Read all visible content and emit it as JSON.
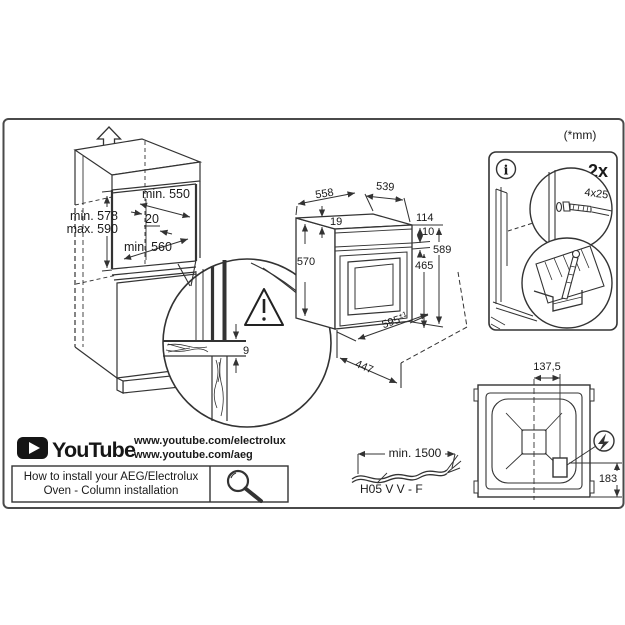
{
  "page": {
    "unit_note": "(*mm)"
  },
  "cabinet": {
    "dims": {
      "niche_depth_top": "min. 550",
      "back_gap": "20",
      "niche_depth_bottom": "min. 560",
      "niche_height_min": "min. 578",
      "niche_height_max": "max. 590"
    }
  },
  "shelf_detail": {
    "overhang": "9"
  },
  "oven": {
    "dims": {
      "body_width_top": "539",
      "depth_top": "558",
      "top_trim": "19",
      "panel_height": "114",
      "gap": "10",
      "total_height": "589",
      "door_height": "465",
      "side_height": "570",
      "front_width": "595",
      "front_width_tol": "±1",
      "bottom_depth": "447"
    }
  },
  "screw_kit": {
    "info_glyph": "i",
    "quantity": "2x",
    "screw_size": "4x25"
  },
  "top_view": {
    "offset_x": "137,5",
    "offset_y": "183"
  },
  "cable": {
    "min_length": "min. 1500",
    "type": "H05 V V - F"
  },
  "youtube": {
    "brand": "YouTube",
    "url_electrolux": "www.youtube.com/electrolux",
    "url_aeg": "www.youtube.com/aeg",
    "caption_line1": "How to install your AEG/Electrolux",
    "caption_line2": "Oven - Column installation"
  }
}
